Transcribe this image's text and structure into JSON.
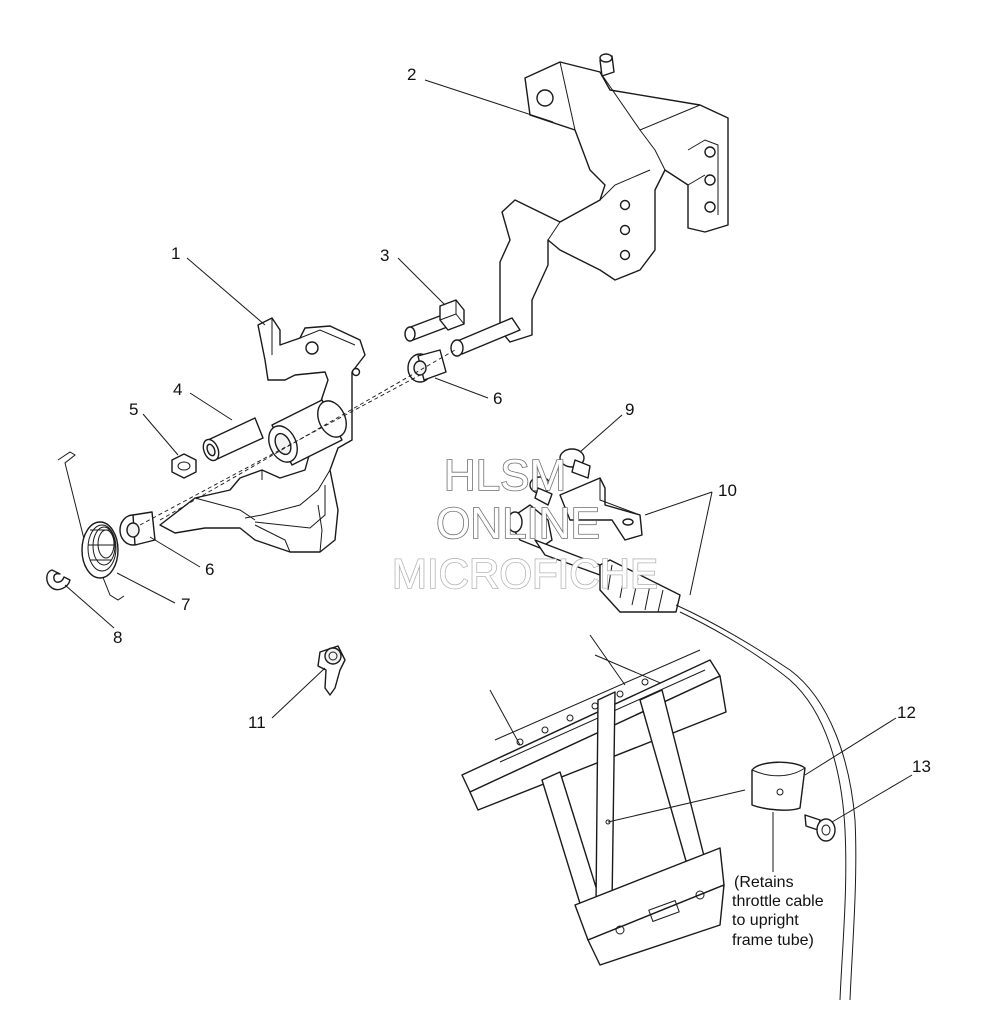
{
  "callouts": [
    {
      "id": "callout-1",
      "label": "1"
    },
    {
      "id": "callout-2",
      "label": "2"
    },
    {
      "id": "callout-3",
      "label": "3"
    },
    {
      "id": "callout-4",
      "label": "4"
    },
    {
      "id": "callout-5",
      "label": "5"
    },
    {
      "id": "callout-6a",
      "label": "6"
    },
    {
      "id": "callout-6b",
      "label": "6"
    },
    {
      "id": "callout-7",
      "label": "7"
    },
    {
      "id": "callout-8",
      "label": "8"
    },
    {
      "id": "callout-9",
      "label": "9"
    },
    {
      "id": "callout-10",
      "label": "10"
    },
    {
      "id": "callout-11",
      "label": "11"
    },
    {
      "id": "callout-12",
      "label": "12"
    },
    {
      "id": "callout-13",
      "label": "13"
    }
  ],
  "note": {
    "lines": [
      "(Retains",
      "throttle cable",
      "to upright",
      "frame tube)"
    ]
  },
  "watermark": {
    "line1": "HLSM",
    "line2": "ONLINE",
    "line3": "MICROFICHE"
  }
}
